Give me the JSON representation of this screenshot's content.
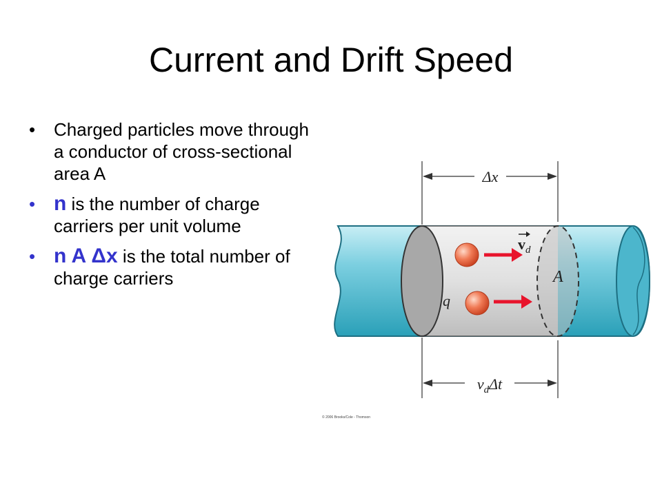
{
  "slide": {
    "title": "Current and Drift Speed",
    "bullets": [
      {
        "text": "Charged particles move through a conductor of cross-sectional area A"
      },
      {
        "highlight": "n",
        "text": " is the number of charge carriers per unit volume"
      },
      {
        "highlight": "n A Δx",
        "text": " is the total number of charge carriers"
      }
    ]
  },
  "figure": {
    "label_dx": "Δx",
    "label_vd": "v",
    "label_vd_sub": "d",
    "label_area": "A",
    "label_charge": "q",
    "label_bottom_v": "v",
    "label_bottom_sub": "d",
    "label_bottom_rest": "Δt",
    "copyright": "© 2006 Brooks/Cole - Thomson"
  },
  "colors": {
    "pipe": "#7ccfe0",
    "pipe_dark": "#1e93ad",
    "section": "#dcdcdc",
    "cap": "#a8a8a8",
    "particle": "#e8583c",
    "arrow": "#e8142c",
    "bullet_blue": "#3333cc"
  }
}
